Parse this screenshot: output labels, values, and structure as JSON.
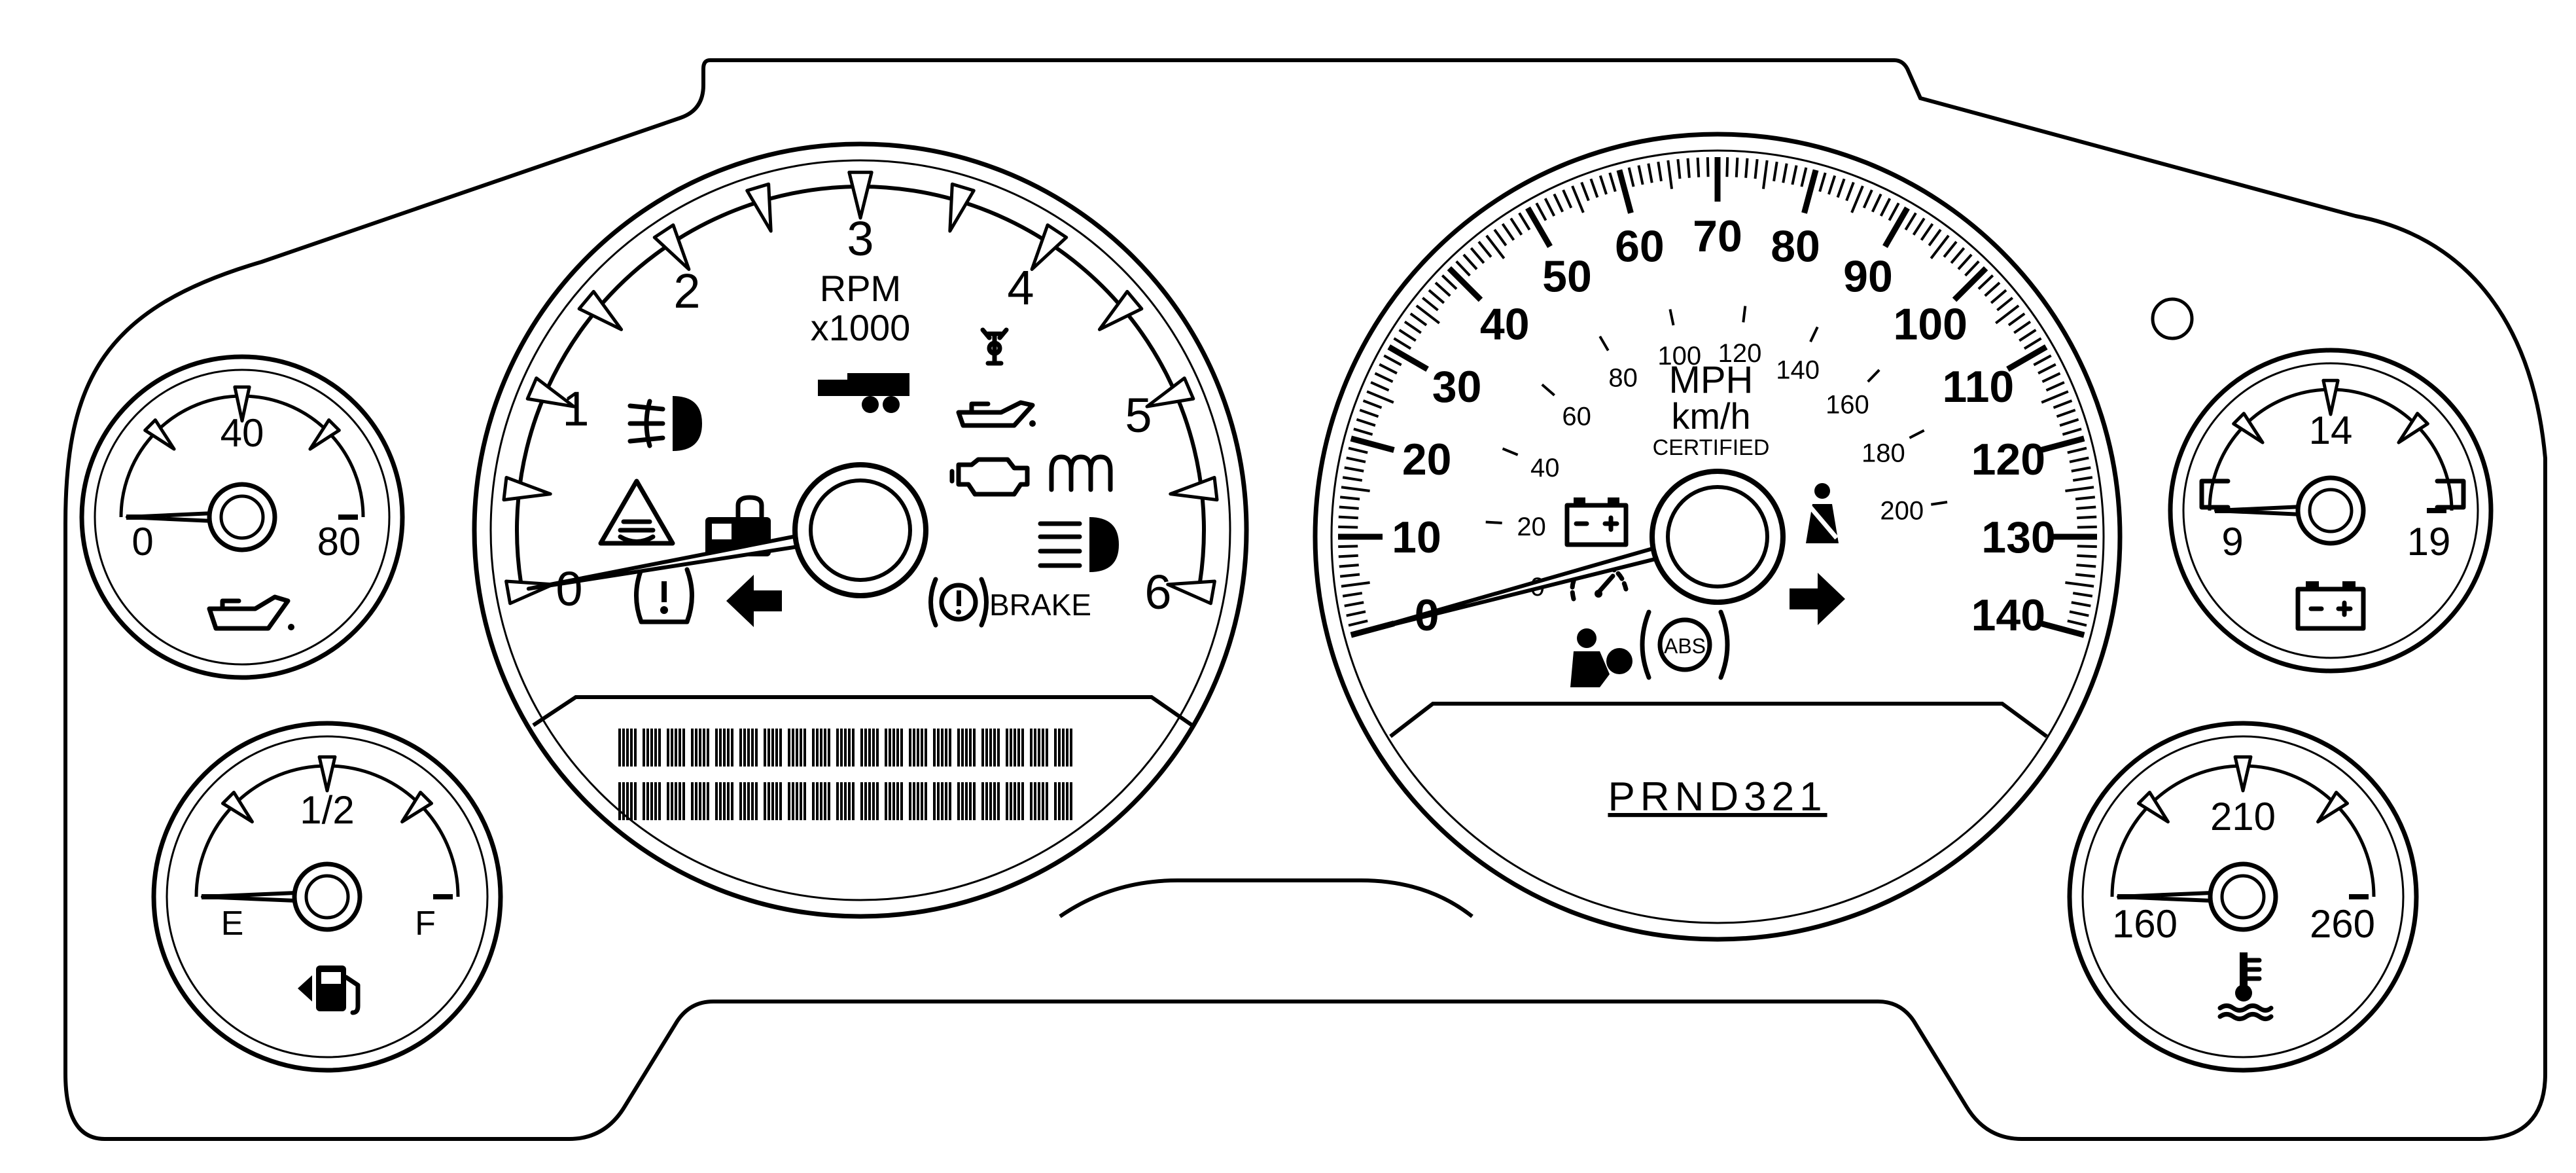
{
  "colors": {
    "ink": "#000000",
    "paper": "#ffffff"
  },
  "oil_gauge": {
    "labels": [
      "0",
      "40",
      "80"
    ],
    "min": 0,
    "max": 80,
    "reading": 0,
    "icon": "oil-can-icon"
  },
  "fuel_gauge": {
    "labels": [
      "E",
      "1/2",
      "F"
    ],
    "min": 0,
    "max": 1,
    "reading": 0,
    "icon": "fuel-pump-icon"
  },
  "tachometer": {
    "unit_line1": "RPM",
    "unit_line2": "x1000",
    "labels": [
      "0",
      "1",
      "2",
      "3",
      "4",
      "5",
      "6"
    ],
    "min": 0,
    "max": 6,
    "reading": 0,
    "brake_label": "BRAKE",
    "icons": [
      "fog-lamp-icon",
      "traction-control-icon",
      "security-lock-icon",
      "tire-pressure-icon",
      "turn-left-arrow-icon",
      "brake-warning-icon",
      "high-beam-icon",
      "check-engine-icon",
      "glow-plug-icon",
      "oil-pressure-icon",
      "trailer-icon",
      "four-wheel-drive-icon"
    ]
  },
  "message_display": {
    "rows": 2,
    "columns": 19
  },
  "speedometer": {
    "unit_mph": "MPH",
    "unit_kmh": "km/h",
    "certified_label": "CERTIFIED",
    "mph_labels": [
      "0",
      "10",
      "20",
      "30",
      "40",
      "50",
      "60",
      "70",
      "80",
      "90",
      "100",
      "110",
      "120",
      "130",
      "140"
    ],
    "kmh_labels": [
      "0",
      "20",
      "40",
      "60",
      "80",
      "100",
      "120",
      "140",
      "160",
      "180",
      "200"
    ],
    "mph_min": 0,
    "mph_max": 140,
    "reading_mph": 0,
    "icons": [
      "battery-charge-icon",
      "seatbelt-icon",
      "cruise-control-icon",
      "airbag-icon",
      "abs-icon",
      "turn-right-arrow-icon"
    ],
    "abs_label": "ABS"
  },
  "prndl": {
    "text": "PRND321"
  },
  "voltmeter": {
    "labels": [
      "9",
      "14",
      "19"
    ],
    "min": 9,
    "max": 19,
    "reading": 9,
    "icon": "battery-icon"
  },
  "temp_gauge": {
    "labels": [
      "160",
      "210",
      "260"
    ],
    "min": 160,
    "max": 260,
    "reading": 160,
    "icon": "coolant-temp-icon"
  }
}
